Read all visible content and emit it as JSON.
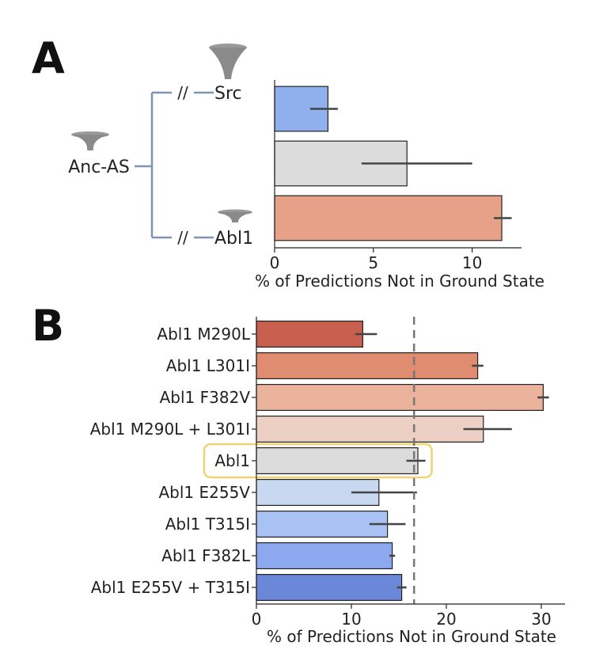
{
  "panels": {
    "a_label": "A",
    "b_label": "B"
  },
  "tree": {
    "root_label": "Anc-AS",
    "break_symbol": "//",
    "top_label": "Src",
    "bottom_label": "Abl1",
    "branch_color": "#7f93b5",
    "funnel_color": "#8a8a8a"
  },
  "chart_data": [
    {
      "id": "A",
      "type": "bar",
      "orientation": "horizontal",
      "categories": [
        "Src",
        "Anc-AS",
        "Abl1"
      ],
      "values": [
        2.7,
        6.7,
        11.5
      ],
      "error_low": [
        1.8,
        4.4,
        11.1
      ],
      "error_high": [
        3.2,
        10.0,
        12.0
      ],
      "colors": [
        "#8fb0ec",
        "#dcdcdc",
        "#e7a189"
      ],
      "xlim": [
        0,
        12.5
      ],
      "xticks": [
        0,
        5,
        10
      ],
      "xlabel": "% of Predictions Not in Ground State",
      "ytick_labels_shown": false
    },
    {
      "id": "B",
      "type": "bar",
      "orientation": "horizontal",
      "categories": [
        "Abl1 M290L",
        "Abl1 L301I",
        "Abl1 F382V",
        "Abl1 M290L + L301I",
        "Abl1",
        "Abl1 E255V",
        "Abl1 T315I",
        "Abl1 F382L",
        "Abl1 E255V + T315I"
      ],
      "values": [
        11.2,
        23.3,
        30.2,
        23.9,
        17.0,
        12.9,
        13.8,
        14.3,
        15.3
      ],
      "error_low": [
        10.4,
        22.7,
        29.6,
        21.8,
        15.8,
        10.0,
        11.9,
        14.0,
        14.8
      ],
      "error_high": [
        12.7,
        23.9,
        30.8,
        26.9,
        17.8,
        16.9,
        15.7,
        14.6,
        15.8
      ],
      "colors": [
        "#c7604f",
        "#df8c71",
        "#ebb39b",
        "#ecd0c3",
        "#dcdcdc",
        "#c9d8f1",
        "#a9c2f4",
        "#8ca8ee",
        "#6b87d7"
      ],
      "highlight": "Abl1",
      "highlight_color": "#f2d372",
      "reference_line": 16.6,
      "xlim": [
        0,
        32.5
      ],
      "xticks": [
        0,
        10,
        20,
        30
      ],
      "xlabel": "% of Predictions Not in Ground State"
    }
  ]
}
